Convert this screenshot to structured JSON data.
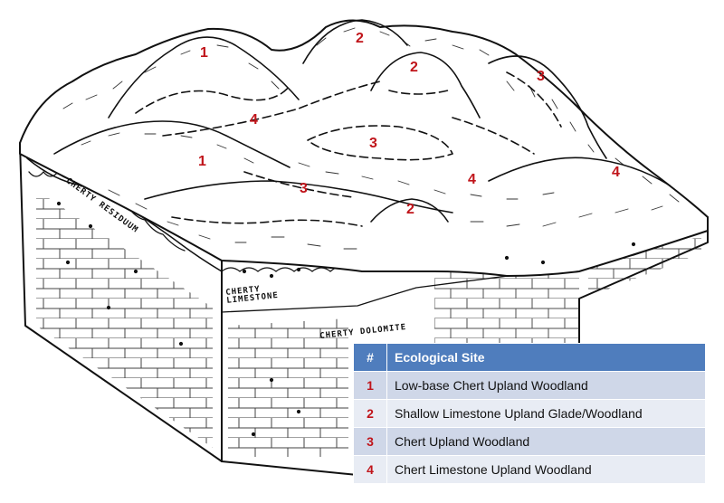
{
  "labels": {
    "hill_left": "1",
    "hill_top_center": "2",
    "knob_center": "2",
    "ridge_right": "3",
    "saddle_left": "4",
    "hill_front_left": "1",
    "slope_center": "3",
    "slope_front": "3",
    "slope_center_right": "4",
    "slope_far_right": "4",
    "knob_front": "2"
  },
  "layers": {
    "residuum": "CHERTY RESIDUUM",
    "limestone_line1": "CHERTY",
    "limestone_line2": "LIMESTONE",
    "dolomite": "CHERTY DOLOMITE"
  },
  "legend": {
    "header_num": "#",
    "header_site": "Ecological Site",
    "rows": [
      {
        "num": "1",
        "site": "Low-base Chert Upland Woodland"
      },
      {
        "num": "2",
        "site": "Shallow Limestone Upland Glade/Woodland"
      },
      {
        "num": "3",
        "site": "Chert Upland Woodland"
      },
      {
        "num": "4",
        "site": "Chert Limestone Upland Woodland"
      }
    ]
  },
  "colors": {
    "site_number": "#c0141a",
    "legend_header": "#4f7dbd",
    "legend_row_dark": "#cfd7e8",
    "legend_row_light": "#e8ecf4"
  }
}
